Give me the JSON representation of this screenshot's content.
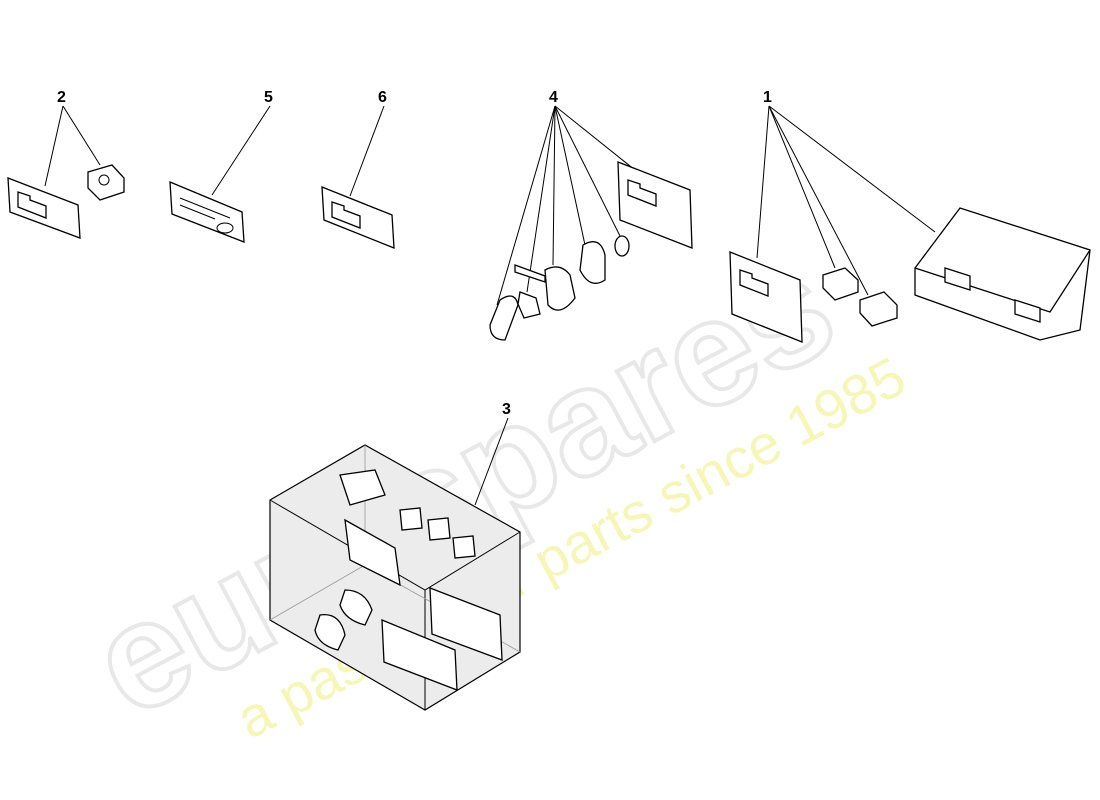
{
  "watermark": {
    "brand": "eurospares",
    "tagline": "a passion for parts since 1985",
    "brand_color": "#e6e6e6",
    "tagline_color": "#f6f6b0"
  },
  "callouts": [
    {
      "id": "2",
      "label": "2"
    },
    {
      "id": "5",
      "label": "5"
    },
    {
      "id": "6",
      "label": "6"
    },
    {
      "id": "4",
      "label": "4"
    },
    {
      "id": "1",
      "label": "1"
    },
    {
      "id": "3",
      "label": "3"
    }
  ]
}
